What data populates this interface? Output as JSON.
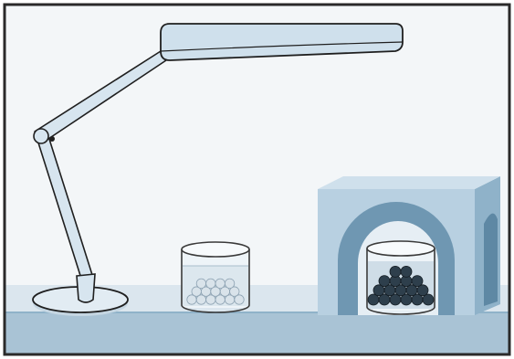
{
  "scene": {
    "colors": {
      "frame": "#2a2a2a",
      "wall": "#f3f6f8",
      "shelf_top": "#dbe6ee",
      "shelf_front": "#a9c3d5",
      "lamp_fill": "#d7e5ef",
      "lamp_shade": "#cfe0ec",
      "lamp_outline": "#1f1f1f",
      "box_front": "#b8d0e1",
      "box_side": "#8fb2c9",
      "box_inner": "#6f97b2",
      "beaker_glass": "#eef4f8",
      "water": "#cfdde7",
      "light_beads": "#d9e3ea",
      "dark_beads": "#2e3f4c"
    },
    "objects": [
      {
        "name": "desk-lamp",
        "icon": "desk-lamp-icon"
      },
      {
        "name": "beaker-with-light-beads",
        "icon": "beaker-icon"
      },
      {
        "name": "box-with-arch-opening",
        "icon": "cube-icon"
      },
      {
        "name": "beaker-with-dark-beads",
        "icon": "beaker-icon"
      }
    ]
  }
}
